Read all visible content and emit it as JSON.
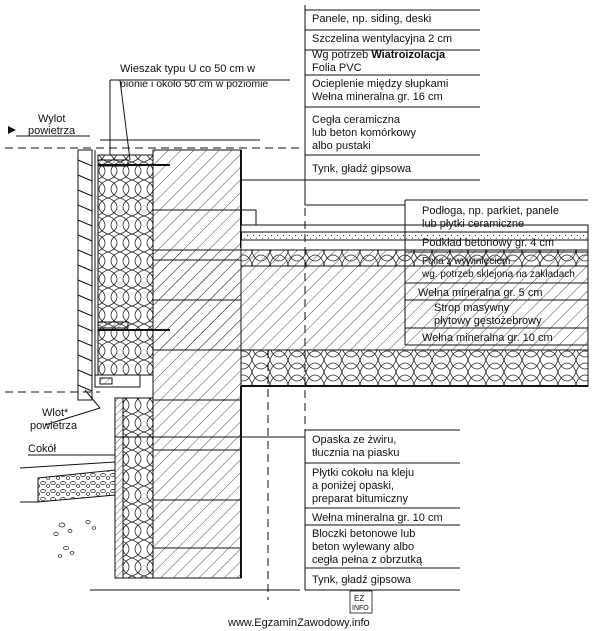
{
  "labels_right": [
    {
      "id": "panele",
      "lines": [
        "Panele, np. siding, deski"
      ]
    },
    {
      "id": "szczelina",
      "lines": [
        "Szczelina wentylacyjna 2 cm"
      ]
    },
    {
      "id": "wiatroizolacja",
      "lines": [
        "Wg potrzeb ",
        "Folia PVC"
      ],
      "bold_part": "Wiatroizolacja"
    },
    {
      "id": "ocieplenie",
      "lines": [
        "Ocieplenie między słupkami",
        "Wełna mineralna gr. 16 cm"
      ]
    },
    {
      "id": "cegla",
      "lines": [
        "Cegła ceramiczna",
        "lub beton komórkowy",
        "albo pustaki"
      ]
    },
    {
      "id": "tynk-gora",
      "lines": [
        "Tynk, gładź gipsowa"
      ]
    },
    {
      "id": "podloga",
      "lines": [
        "Podłoga, np. parkiet, panele",
        "lub płytki ceramiczne"
      ]
    },
    {
      "id": "podklad",
      "lines": [
        "Podkład betonowy gr. 4 cm"
      ]
    },
    {
      "id": "folia",
      "lines": [
        "Folia z wywinięciem",
        "wg. potrzeb sklejona na zakładach"
      ]
    },
    {
      "id": "welna5",
      "lines": [
        "Wełna mineralna gr. 5 cm"
      ]
    },
    {
      "id": "strop",
      "lines": [
        "Strop masywny",
        "płytowy gęstożebrowy"
      ]
    },
    {
      "id": "welna10a",
      "lines": [
        "Wełna mineralna gr. 10 cm"
      ]
    },
    {
      "id": "opaska",
      "lines": [
        "Opaska ze żwiru,",
        "tłucznia na piasku"
      ]
    },
    {
      "id": "plytki",
      "lines": [
        "Płytki cokołu na kleju",
        "a poniżej opaski,",
        "preparat bitumiczny"
      ]
    },
    {
      "id": "welna10b",
      "lines": [
        "Wełna mineralna gr. 10 cm"
      ]
    },
    {
      "id": "bloczki",
      "lines": [
        "Bloczki betonowe lub",
        "beton wylewany albo",
        "cegła pełna z obrzutką"
      ]
    },
    {
      "id": "tynk-dol",
      "lines": [
        "Tynk, gładź gipsowa"
      ]
    }
  ],
  "labels_left": {
    "wieszak": [
      "Wieszak typu U co 50 cm w",
      "pionie i około 50 cm w poziomie"
    ],
    "wylot": [
      "Wylot",
      "powietrza"
    ],
    "wlot": [
      "Wlot*",
      "powietrza"
    ],
    "cokol": "Cokół"
  },
  "source": "www.EgzaminZawodowy.info",
  "stamp": [
    "EZ",
    "INFO"
  ]
}
